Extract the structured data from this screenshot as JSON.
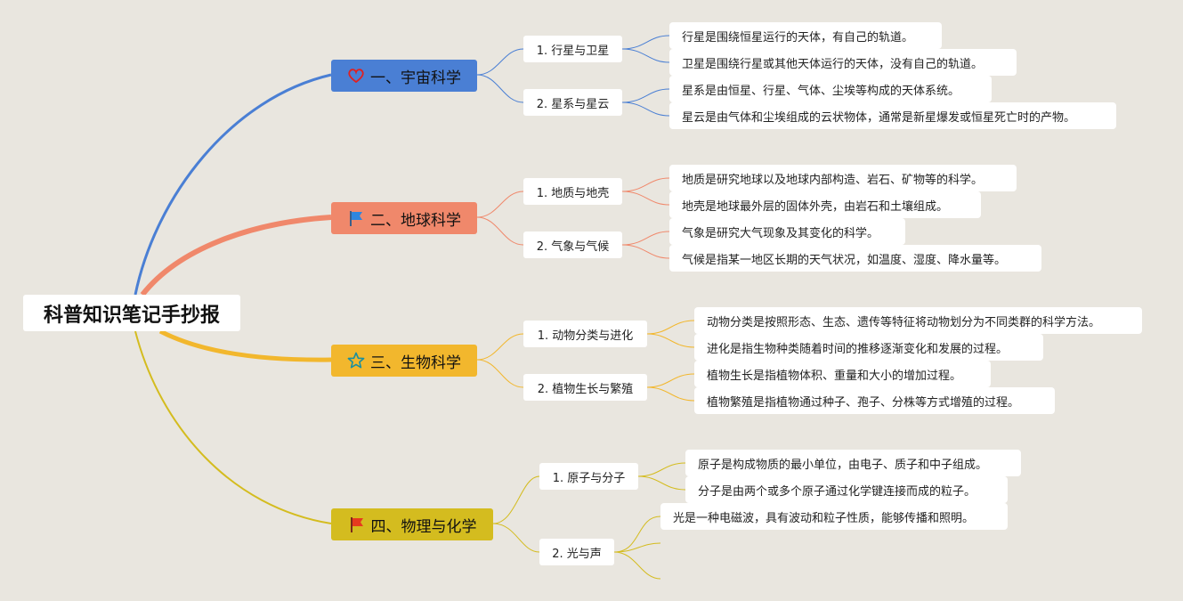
{
  "root": {
    "label": "科普知识笔记手抄报"
  },
  "colors": {
    "space": "#4a7fd4",
    "earth": "#f0886b",
    "bio": "#f2b72d",
    "phys": "#d4bc1f",
    "background": "#e9e6df"
  },
  "branches": [
    {
      "label": "一、宇宙科学",
      "icon": "heart-icon",
      "subs": [
        {
          "label": "1. 行星与卫星",
          "leaves": [
            "行星是围绕恒星运行的天体，有自己的轨道。",
            "卫星是围绕行星或其他天体运行的天体，没有自己的轨道。"
          ]
        },
        {
          "label": "2. 星系与星云",
          "leaves": [
            "星系是由恒星、行星、气体、尘埃等构成的天体系统。",
            "星云是由气体和尘埃组成的云状物体，通常是新星爆发或恒星死亡时的产物。"
          ]
        }
      ]
    },
    {
      "label": "二、地球科学",
      "icon": "blue-flag-icon",
      "subs": [
        {
          "label": "1. 地质与地壳",
          "leaves": [
            "地质是研究地球以及地球内部构造、岩石、矿物等的科学。",
            "地壳是地球最外层的固体外壳，由岩石和土壤组成。"
          ]
        },
        {
          "label": "2. 气象与气候",
          "leaves": [
            "气象是研究大气现象及其变化的科学。",
            "气候是指某一地区长期的天气状况，如温度、湿度、降水量等。"
          ]
        }
      ]
    },
    {
      "label": "三、生物科学",
      "icon": "star-icon",
      "subs": [
        {
          "label": "1. 动物分类与进化",
          "leaves": [
            "动物分类是按照形态、生态、遗传等特征将动物划分为不同类群的科学方法。",
            "进化是指生物种类随着时间的推移逐渐变化和发展的过程。"
          ]
        },
        {
          "label": "2. 植物生长与繁殖",
          "leaves": [
            "植物生长是指植物体积、重量和大小的增加过程。",
            "植物繁殖是指植物通过种子、孢子、分株等方式增殖的过程。"
          ]
        }
      ]
    },
    {
      "label": "四、物理与化学",
      "icon": "red-flag-icon",
      "subs": [
        {
          "label": "1. 原子与分子",
          "leaves": [
            "原子是构成物质的最小单位，由电子、质子和中子组成。",
            "分子是由两个或多个原子通过化学键连接而成的粒子。"
          ]
        },
        {
          "label": "2. 光与声",
          "leaves": [
            "光是一种电磁波，具有波动和粒子性质，能够传播和照明。"
          ]
        }
      ]
    }
  ]
}
